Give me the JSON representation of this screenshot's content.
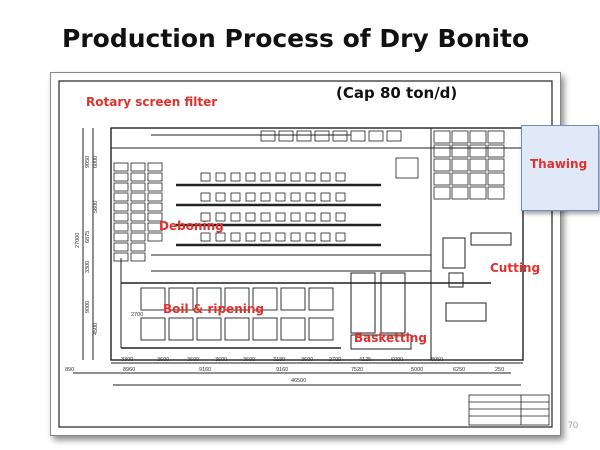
{
  "title": "Production Process of Dry Bonito",
  "capacity": "(Cap 80 ton/d)",
  "labels": {
    "rotary_screen_filter": "Rotary screen filter",
    "thawing": "Thawing",
    "deboning": "Deboning",
    "cutting": "Cutting",
    "boil_ripening": "Boil & ripening",
    "basketting": "Basketting"
  },
  "dimensions": {
    "bottom_row1": [
      "3300",
      "3600",
      "3600",
      "3600",
      "3600",
      "3180",
      "3600",
      "2700",
      "4125",
      "6000",
      "8050"
    ],
    "bottom_row2": [
      "8960",
      "9160",
      "9160",
      "7520",
      "5000",
      "6250"
    ],
    "bottom_row2_ends": [
      "890",
      "250"
    ],
    "bottom_total": "46500",
    "left_vertical": [
      "9050",
      "6000",
      "5600",
      "6875",
      "3300",
      "9000",
      "4500"
    ],
    "left_total": "27000",
    "inner_note": "2700"
  },
  "slide_number": "70",
  "colors": {
    "label_red": "#e0322d",
    "thaw_fill": "#dfe9f8",
    "thaw_border": "#6b8fc9"
  }
}
